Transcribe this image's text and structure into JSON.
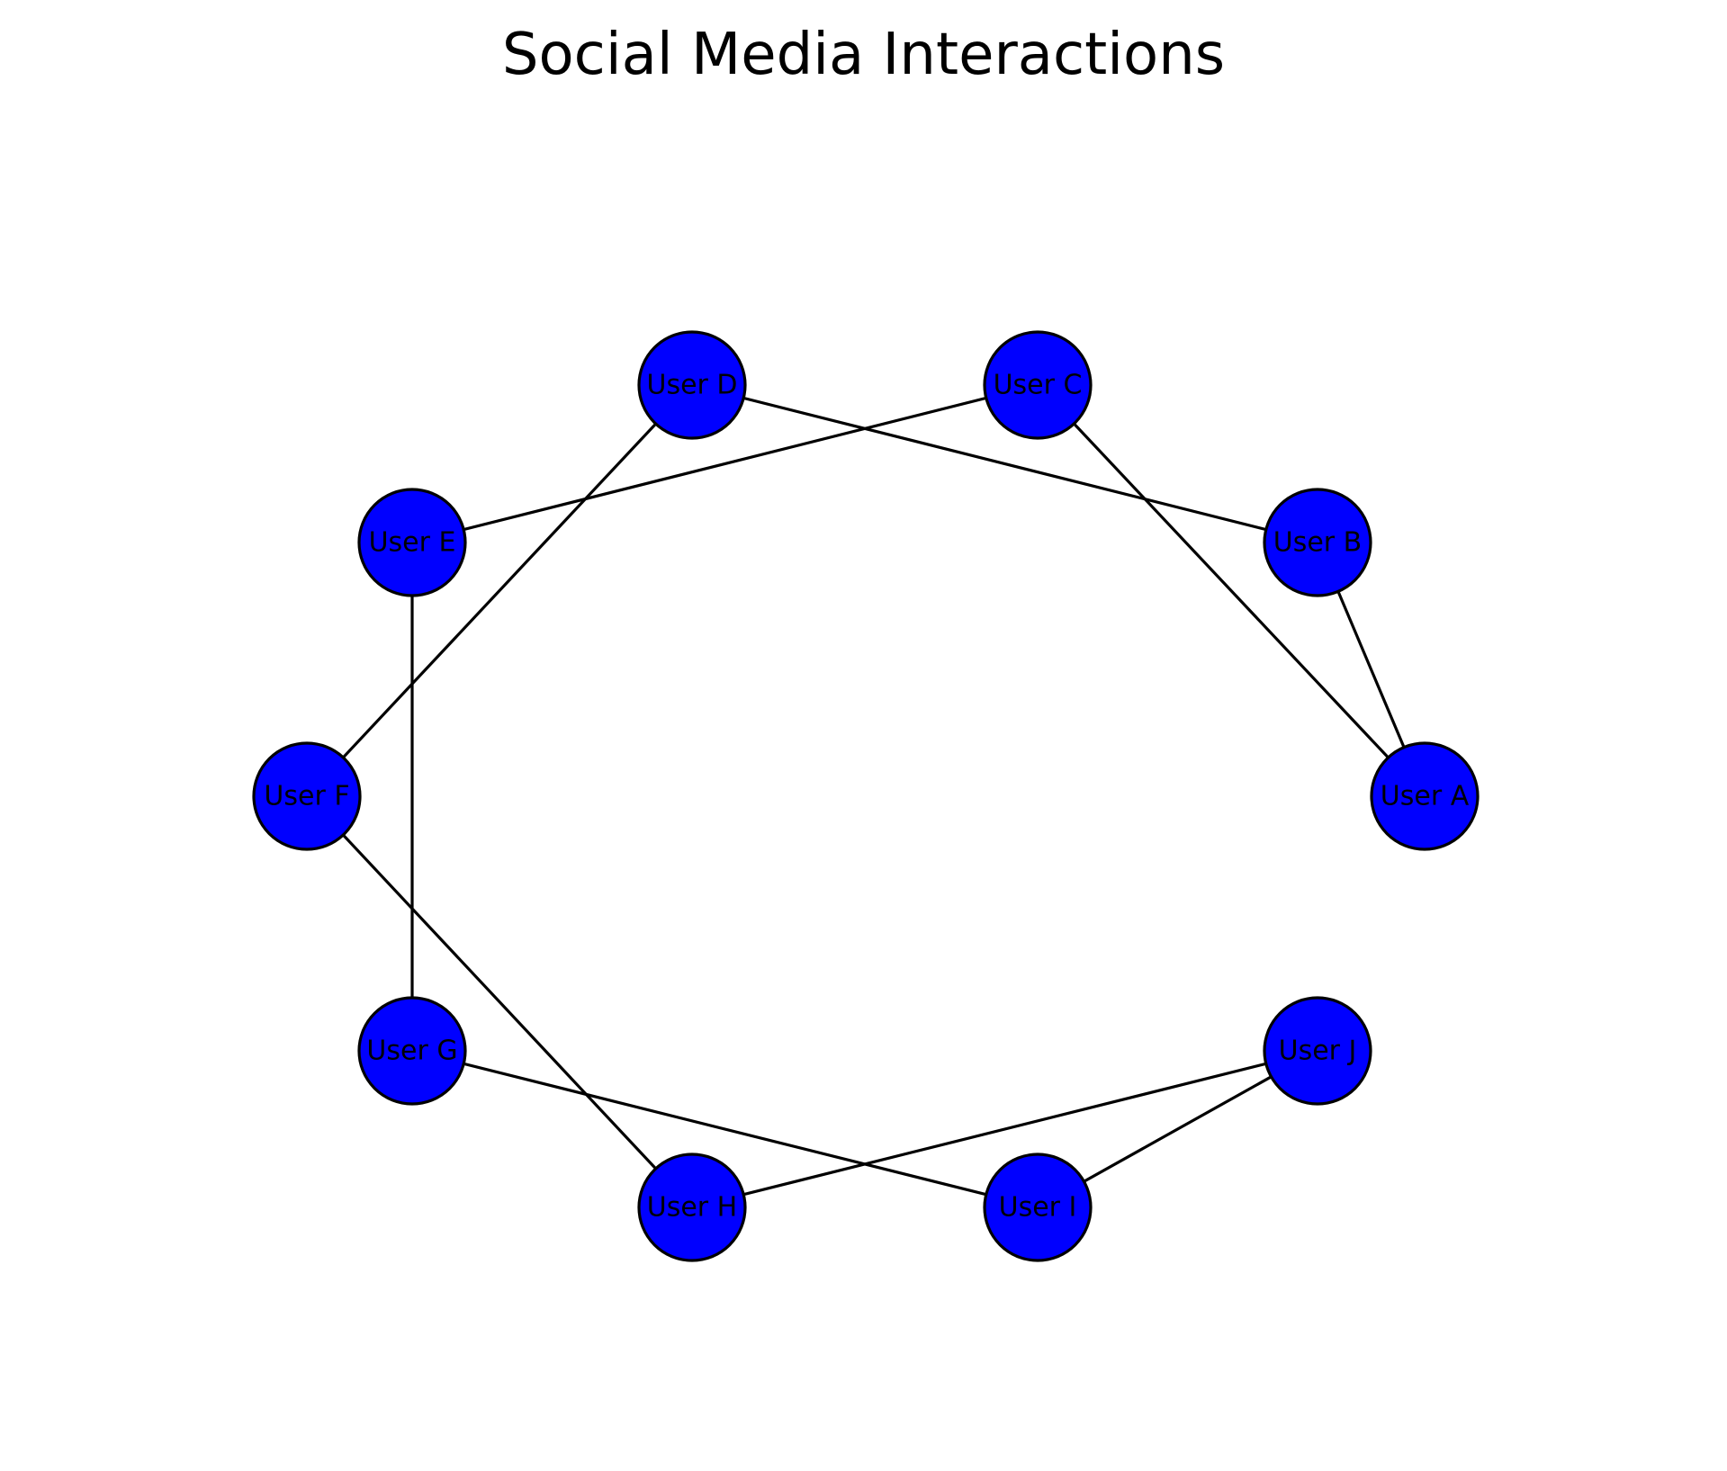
{
  "title": "Social Media Interactions",
  "colors": {
    "node_fill": "#0000ff",
    "node_stroke": "#000000",
    "edge": "#000000",
    "background": "#ffffff"
  },
  "nodes": [
    {
      "id": "A",
      "label": "User A"
    },
    {
      "id": "B",
      "label": "User B"
    },
    {
      "id": "C",
      "label": "User C"
    },
    {
      "id": "D",
      "label": "User D"
    },
    {
      "id": "E",
      "label": "User E"
    },
    {
      "id": "F",
      "label": "User F"
    },
    {
      "id": "G",
      "label": "User G"
    },
    {
      "id": "H",
      "label": "User H"
    },
    {
      "id": "I",
      "label": "User I"
    },
    {
      "id": "J",
      "label": "User J"
    }
  ],
  "edges": [
    {
      "source": "A",
      "target": "B"
    },
    {
      "source": "A",
      "target": "C"
    },
    {
      "source": "B",
      "target": "D"
    },
    {
      "source": "C",
      "target": "E"
    },
    {
      "source": "D",
      "target": "F"
    },
    {
      "source": "E",
      "target": "G"
    },
    {
      "source": "F",
      "target": "H"
    },
    {
      "source": "G",
      "target": "I"
    },
    {
      "source": "H",
      "target": "J"
    },
    {
      "source": "I",
      "target": "J"
    }
  ]
}
